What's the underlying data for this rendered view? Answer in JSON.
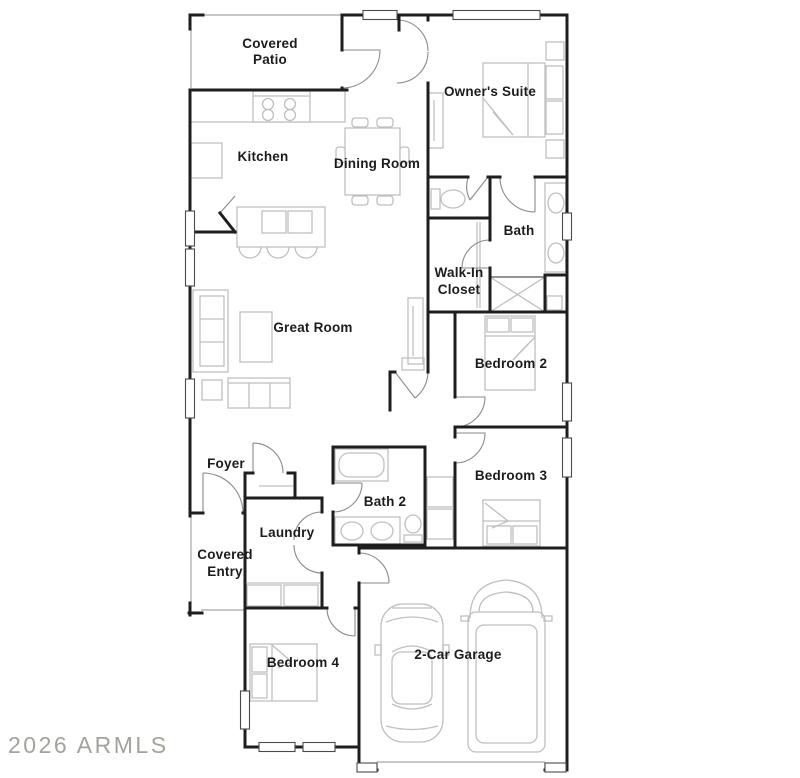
{
  "title": "Single-story home floor plan",
  "colors": {
    "wall": "#1e1e1e",
    "furniture": "#bfbfbf",
    "door": "#8a8a8a",
    "thin": "#b5b5b5",
    "label": "#1c1c1c",
    "watermark": "#a3a29b",
    "background": "#ffffff"
  },
  "rooms": {
    "covered_patio": {
      "lines": [
        "Covered",
        "Patio"
      ]
    },
    "owners_suite": {
      "lines": [
        "Owner's Suite"
      ]
    },
    "kitchen": {
      "lines": [
        "Kitchen"
      ]
    },
    "dining_room": {
      "lines": [
        "Dining Room"
      ]
    },
    "bath": {
      "lines": [
        "Bath"
      ]
    },
    "walk_in_closet": {
      "lines": [
        "Walk-In",
        "Closet"
      ]
    },
    "great_room": {
      "lines": [
        "Great Room"
      ]
    },
    "bedroom_2": {
      "lines": [
        "Bedroom 2"
      ]
    },
    "foyer": {
      "lines": [
        "Foyer"
      ]
    },
    "bedroom_3": {
      "lines": [
        "Bedroom 3"
      ]
    },
    "bath_2": {
      "lines": [
        "Bath 2"
      ]
    },
    "laundry": {
      "lines": [
        "Laundry"
      ]
    },
    "covered_entry": {
      "lines": [
        "Covered",
        "Entry"
      ]
    },
    "bedroom_4": {
      "lines": [
        "Bedroom 4"
      ]
    },
    "garage": {
      "lines": [
        "2-Car Garage"
      ]
    }
  },
  "watermark": "2026 ARMLS"
}
